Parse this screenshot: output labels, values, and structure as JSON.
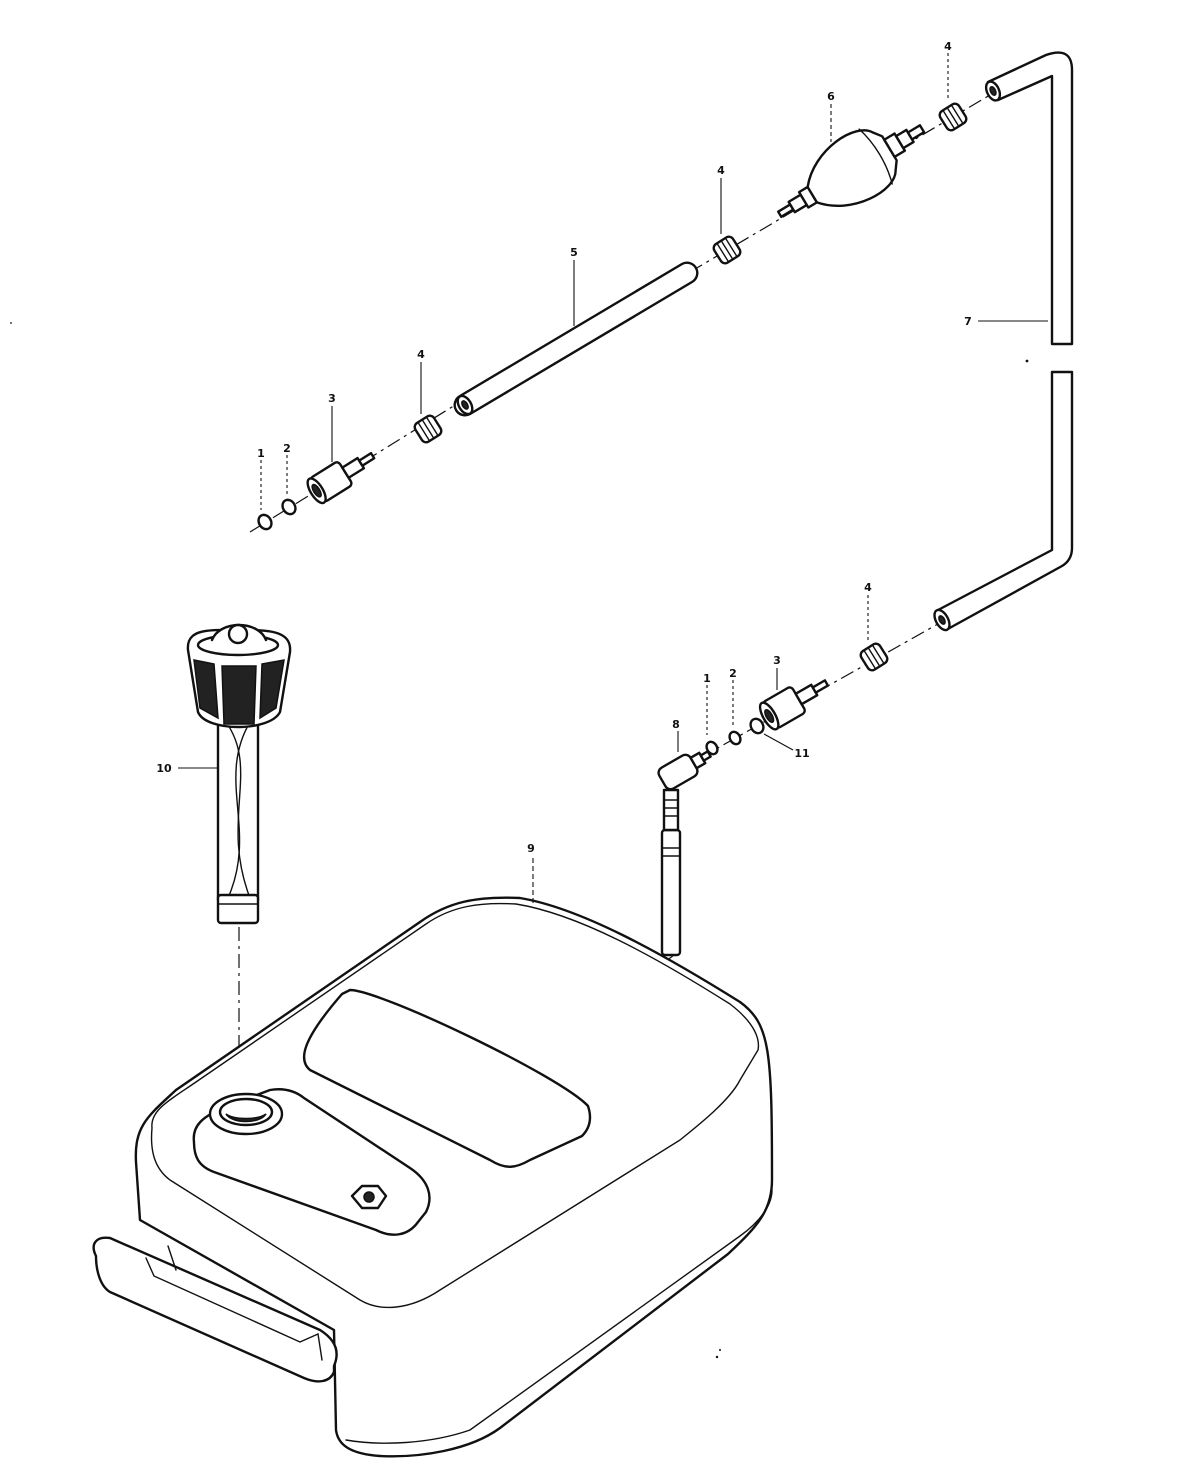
{
  "callouts": {
    "c1a": "1",
    "c2a": "2",
    "c3a": "3",
    "c4a": "4",
    "c5": "5",
    "c4b": "4",
    "c6": "6",
    "c4c": "4",
    "c7": "7",
    "c4d": "4",
    "c3b": "3",
    "c1b": "1",
    "c2b": "2",
    "c8": "8",
    "c11": "11",
    "c10": "10",
    "c9": "9"
  },
  "colors": {
    "ink": "#111111",
    "paper": "#ffffff"
  }
}
